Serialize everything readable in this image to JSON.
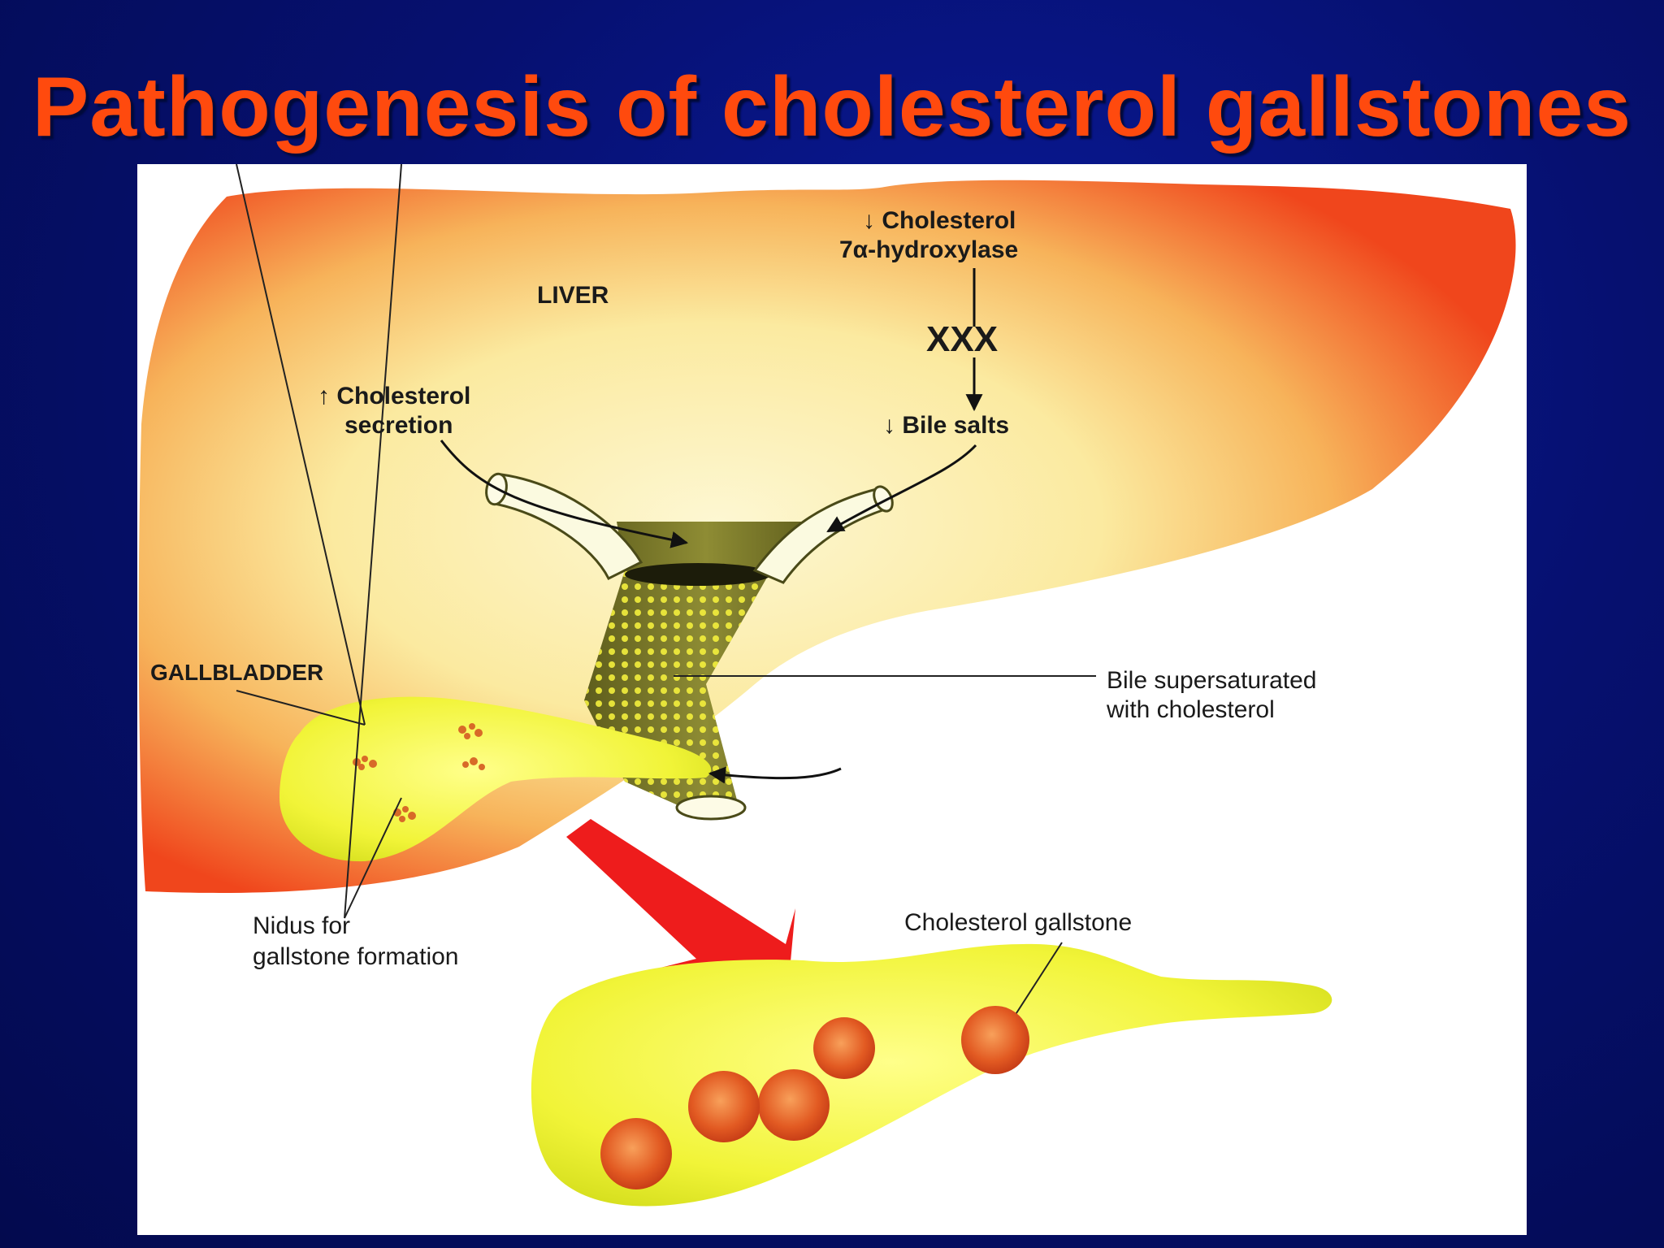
{
  "slide": {
    "title": "Pathogenesis of cholesterol gallstones"
  },
  "figure": {
    "organ_labels": {
      "liver": "LIVER",
      "gallbladder": "GALLBLADDER"
    },
    "enzyme": {
      "arrow": "↓",
      "line1": "Cholesterol",
      "line2": "7α-hydroxylase"
    },
    "blocked_mark": "XXX",
    "bile_salts": {
      "arrow": "↓",
      "text": "Bile salts"
    },
    "cholesterol_secretion": {
      "arrow": "↑",
      "line1": "Cholesterol",
      "line2": "secretion"
    },
    "supersaturated": {
      "line1": "Bile supersaturated",
      "line2": "with cholesterol"
    },
    "nidus": {
      "line1": "Nidus for",
      "line2": "gallstone formation"
    },
    "gallstone_label": "Cholesterol gallstone"
  },
  "colors": {
    "background": "#061070",
    "title": "#ff4a0e",
    "liver_edge": "#f2501e",
    "liver_center": "#fdf6c8",
    "gallbladder": "#f4f43a",
    "bile_duct": "#7c7a2c",
    "gallstone": "#e2561e",
    "progression_arrow": "#ee1c1c"
  }
}
